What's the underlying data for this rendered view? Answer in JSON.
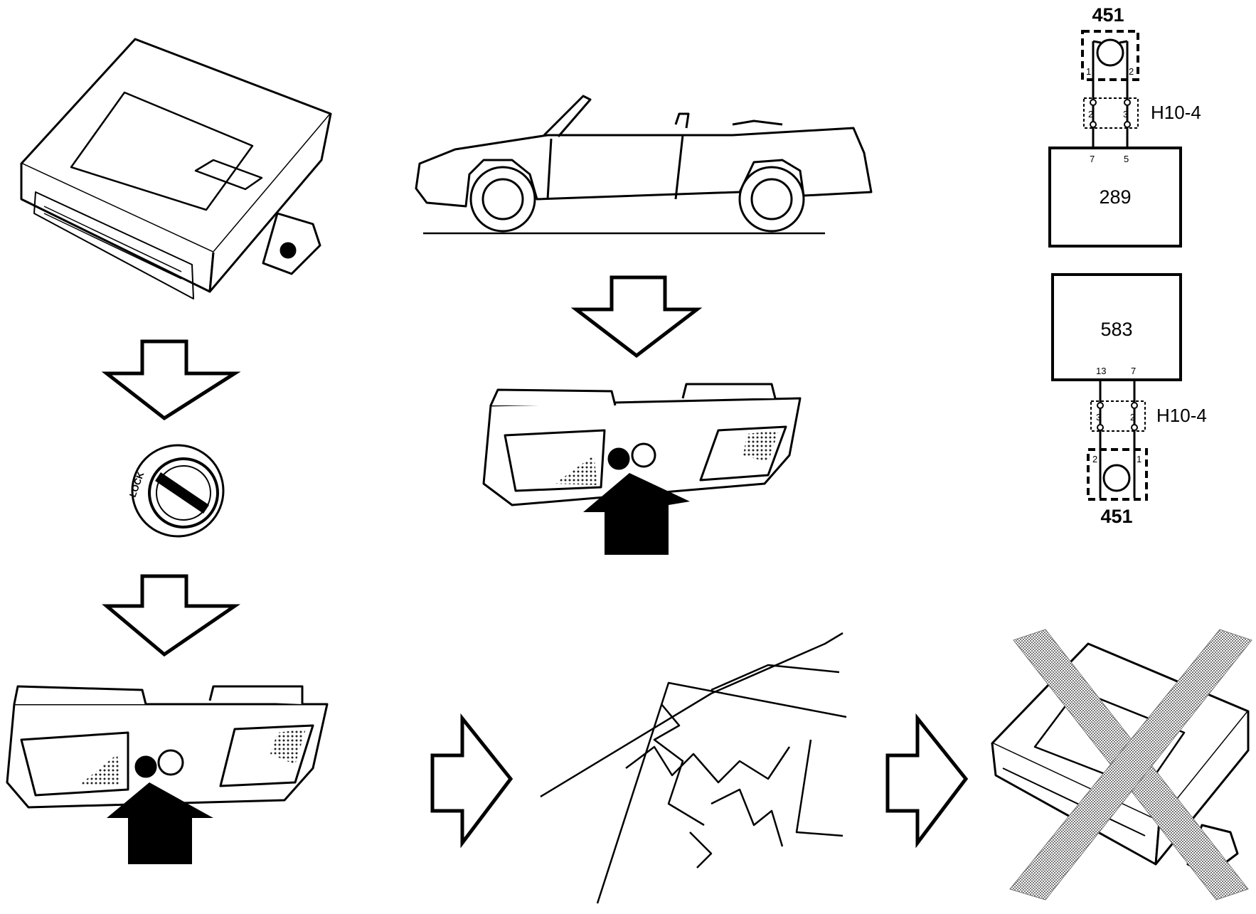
{
  "colors": {
    "ink": "#000000",
    "paper": "#ffffff",
    "cross_hatch": "#9a9a9a"
  },
  "icons": {
    "control_module": "control-unit-icon",
    "car": "convertible-car-icon",
    "ignition": "ignition-lock-icon",
    "switch_panel": "roof-switch-panel-icon",
    "windshield": "cracked-windshield-icon",
    "rejected_module": "crossed-out-control-unit-icon"
  },
  "ignition": {
    "lock_text": "LOCK"
  },
  "wiring": {
    "top": {
      "component": "451",
      "component_pins": [
        "1",
        "2"
      ],
      "connector": "H10-4",
      "connector_pins": [
        "2",
        "3"
      ],
      "unit": "289",
      "unit_pins": [
        "7",
        "5"
      ]
    },
    "bottom": {
      "unit": "583",
      "unit_pins": [
        "13",
        "7"
      ],
      "connector": "H10-4",
      "connector_pins": [
        "3",
        "2"
      ],
      "component": "451",
      "component_pins": [
        "2",
        "1"
      ]
    }
  }
}
